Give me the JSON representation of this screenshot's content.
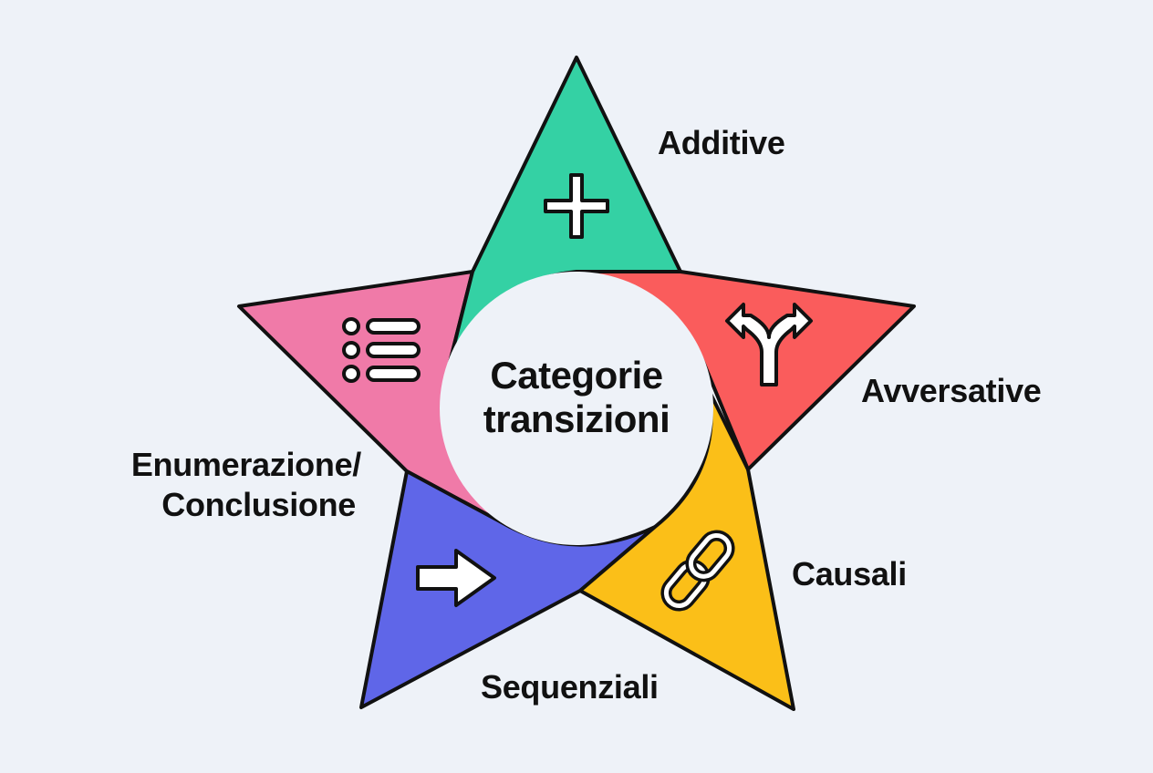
{
  "diagram": {
    "type": "star-category-diagram",
    "center": {
      "line1": "Categorie",
      "line2": "transizioni",
      "fill": "#eef2f8"
    },
    "background": "#eef2f8",
    "outline_color": "#111111",
    "segments": [
      {
        "id": "additive",
        "label": "Additive",
        "color": "#34d1a4",
        "icon": "plus-icon"
      },
      {
        "id": "avversative",
        "label": "Avversative",
        "color": "#fa5c5c",
        "icon": "fork-arrows-icon"
      },
      {
        "id": "causali",
        "label": "Causali",
        "color": "#fbbf18",
        "icon": "chain-link-icon"
      },
      {
        "id": "sequenziali",
        "label": "Sequenziali",
        "color": "#5f66e8",
        "icon": "right-arrow-icon"
      },
      {
        "id": "enumerazione",
        "label_line1": "Enumerazione/",
        "label_line2": "Conclusione",
        "color": "#f07aa8",
        "icon": "bulleted-list-icon"
      }
    ]
  }
}
